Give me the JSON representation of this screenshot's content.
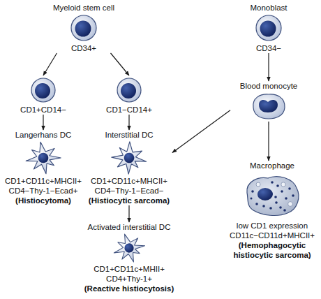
{
  "diagram": {
    "nodes": [
      {
        "text": [
          "Myeloid stem cell",
          "CD34+"
        ]
      },
      {
        "text": [
          "Monoblast",
          "CD34−"
        ]
      },
      {
        "text": [
          "CD1+CD14−"
        ]
      },
      {
        "text": [
          "CD1−CD14+"
        ]
      },
      {
        "text": [
          "Blood monocyte"
        ]
      },
      {
        "text": [
          "Langerhans DC",
          "CD1+CD11c+MHCII+ CD4−Thy-1−Ecad+",
          "(Histiocytoma)"
        ]
      },
      {
        "text": [
          "Interstitial DC",
          "CD1+CD11c+MHCII+ CD4−Thy-1−Ecad−",
          "(Histiocytic sarcoma)"
        ]
      },
      {
        "text": [
          "Macrophage",
          "low CD1 expression CD11c−CD11d+MHCII+",
          "(Hemophagocytic histiocytic sarcoma)"
        ]
      },
      {
        "text": [
          "Activated interstitial DC",
          "CD1+CD11c+MHII+ CD4+Thy-1+",
          "(Reactive histiocytosis)"
        ]
      }
    ],
    "edges": [
      {
        "from": 0,
        "to": 2,
        "arrow": "to"
      },
      {
        "from": 0,
        "to": 3,
        "arrow": "to"
      },
      {
        "from": 1,
        "to": 4,
        "arrow": "to"
      },
      {
        "from": 2,
        "to": 5,
        "arrow": "to"
      },
      {
        "from": 3,
        "to": 6,
        "arrow": "to"
      },
      {
        "from": 4,
        "to": 6,
        "arrow": "to"
      },
      {
        "from": 4,
        "to": 7,
        "arrow": "to"
      },
      {
        "from": 6,
        "to": 8,
        "arrow": "to"
      }
    ]
  }
}
